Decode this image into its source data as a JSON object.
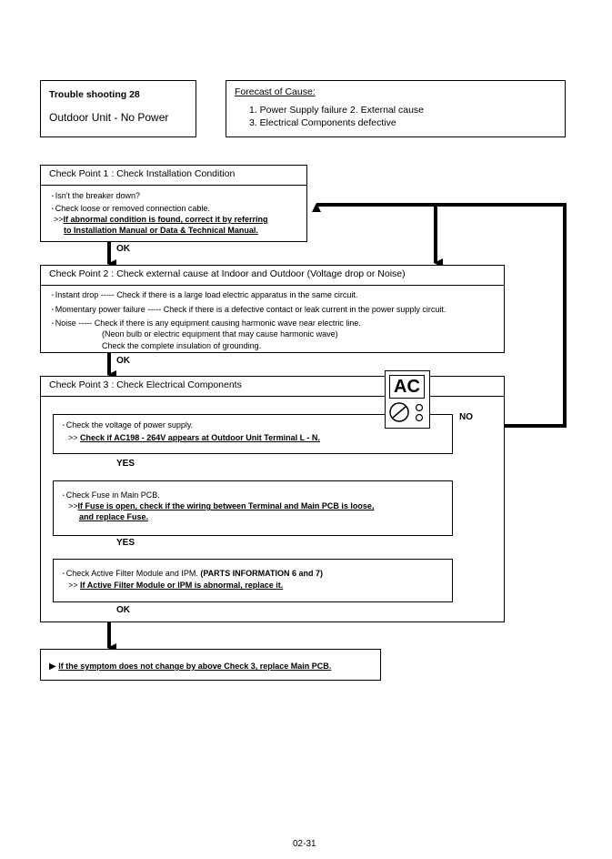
{
  "header": {
    "ts_title": "Trouble shooting  28",
    "ts_subtitle": "Outdoor Unit - No Power",
    "forecast_title": "Forecast of  Cause:",
    "forecast_line1": "1. Power Supply failure    2. External cause",
    "forecast_line2": "3. Electrical Components defective"
  },
  "cp1": {
    "title": "Check Point 1 : Check Installation Condition",
    "line1": "Isn't the breaker down?",
    "line2": "Check loose or removed connection cable.",
    "line3_prefix": ">>",
    "line3": "If abnormal condition is found, correct it by referring",
    "line4": "to Installation Manual or Data & Technical Manual."
  },
  "cp2": {
    "title": "Check Point 2 : Check external cause at Indoor and Outdoor (Voltage drop or Noise)",
    "line1": "Instant drop ----- Check if there is a large load electric apparatus in the same circuit.",
    "line2": "Momentary power failure ----- Check if there is a defective contact or leak current in the power supply circuit.",
    "line3": "Noise ----- Check if there is any equipment causing harmonic wave near electric line.",
    "line4": "(Neon bulb or electric equipment that may cause harmonic wave)",
    "line5": "Check the complete insulation of grounding."
  },
  "cp3": {
    "title": "Check Point 3 : Check Electrical Components",
    "meter_label": "AC",
    "step1_line1": "Check the voltage of power supply.",
    "step1_prefix": ">>",
    "step1_line2": "Check if AC198 - 264V appears at Outdoor Unit Terminal L - N.",
    "step2_line1": "Check Fuse in Main PCB.",
    "step2_prefix": ">>",
    "step2_line2": "If Fuse is open, check if the wiring between Terminal and Main PCB is loose,",
    "step2_line3": "and replace Fuse.",
    "step3_line1": "Check Active Filter Module and IPM.",
    "step3_line1_bold": "(PARTS INFORMATION 6 and 7)",
    "step3_prefix": ">>",
    "step3_line2": "If Active Filter Module or IPM is abnormal, replace it."
  },
  "flow": {
    "ok1": "OK",
    "ok2": "OK",
    "yes1": "YES",
    "yes2": "YES",
    "ok3": "OK",
    "no": "NO"
  },
  "final": {
    "marker": "▶",
    "text": "If the symptom does not change by above Check 3, replace Main PCB."
  },
  "footer": {
    "page_number": "02-31"
  }
}
